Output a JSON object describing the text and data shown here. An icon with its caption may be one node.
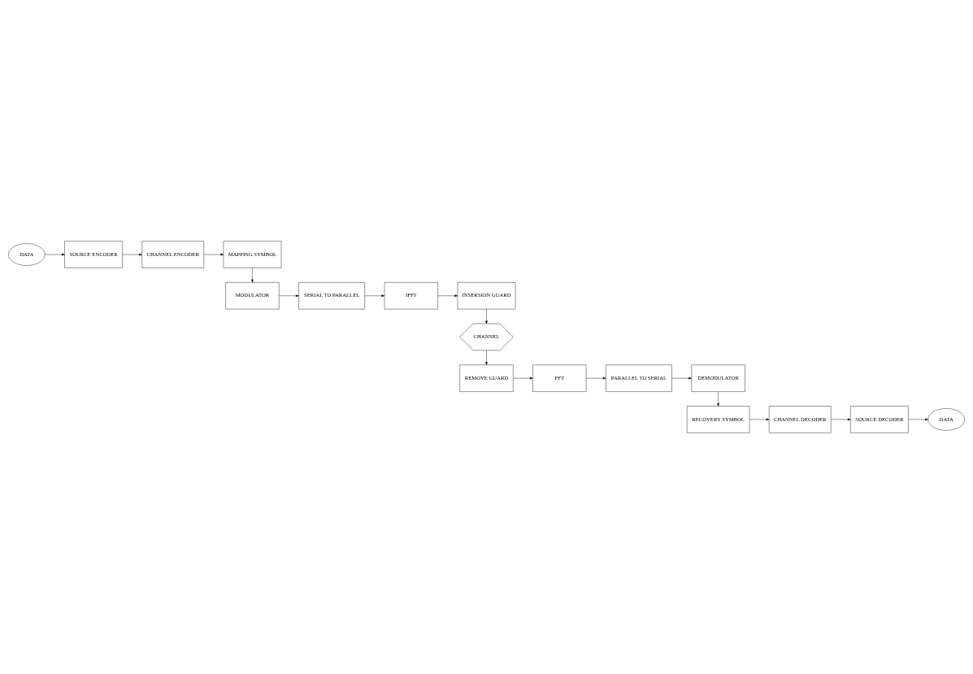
{
  "diagram": {
    "nodes": [
      {
        "text": [
          "DATA"
        ]
      },
      {
        "text": [
          "SOURCE ENCODER"
        ]
      },
      {
        "text": [
          "CHANNEL ENCODER"
        ]
      },
      {
        "text": [
          "MAPPING SYMBOL"
        ]
      },
      {
        "text": [
          "MODULATOR"
        ]
      },
      {
        "text": [
          "SERIAL TO PARALLEL"
        ]
      },
      {
        "text": [
          "IFFT"
        ]
      },
      {
        "text": [
          "INSERSION GUARD"
        ]
      },
      {
        "text": [
          "CHANNEL"
        ]
      },
      {
        "text": [
          "REMOVE GUARD"
        ]
      },
      {
        "text": [
          "FFT"
        ]
      },
      {
        "text": [
          "PARALLEL TO SERIAL"
        ]
      },
      {
        "text": [
          "DEMODULATOR"
        ]
      },
      {
        "text": [
          "RECOVERY SYMBOL"
        ]
      },
      {
        "text": [
          "CHANNEL DECODER"
        ]
      },
      {
        "text": [
          "SOURCE DECODER"
        ]
      },
      {
        "text": [
          "DATA"
        ]
      }
    ],
    "edges": [
      {
        "from": 0,
        "to": 1,
        "arrow": "to"
      },
      {
        "from": 1,
        "to": 2,
        "arrow": "to"
      },
      {
        "from": 2,
        "to": 3,
        "arrow": "to"
      },
      {
        "from": 3,
        "to": 4,
        "arrow": "to"
      },
      {
        "from": 4,
        "to": 5,
        "arrow": "to"
      },
      {
        "from": 5,
        "to": 6,
        "arrow": "to"
      },
      {
        "from": 6,
        "to": 7,
        "arrow": "to"
      },
      {
        "from": 7,
        "to": 8,
        "arrow": "to"
      },
      {
        "from": 8,
        "to": 9,
        "arrow": "to"
      },
      {
        "from": 9,
        "to": 10,
        "arrow": "to"
      },
      {
        "from": 10,
        "to": 11,
        "arrow": "to"
      },
      {
        "from": 11,
        "to": 12,
        "arrow": "to"
      },
      {
        "from": 12,
        "to": 13,
        "arrow": "to"
      },
      {
        "from": 13,
        "to": 14,
        "arrow": "to"
      },
      {
        "from": 14,
        "to": 15,
        "arrow": "to"
      },
      {
        "from": 15,
        "to": 16,
        "arrow": "to"
      }
    ]
  }
}
